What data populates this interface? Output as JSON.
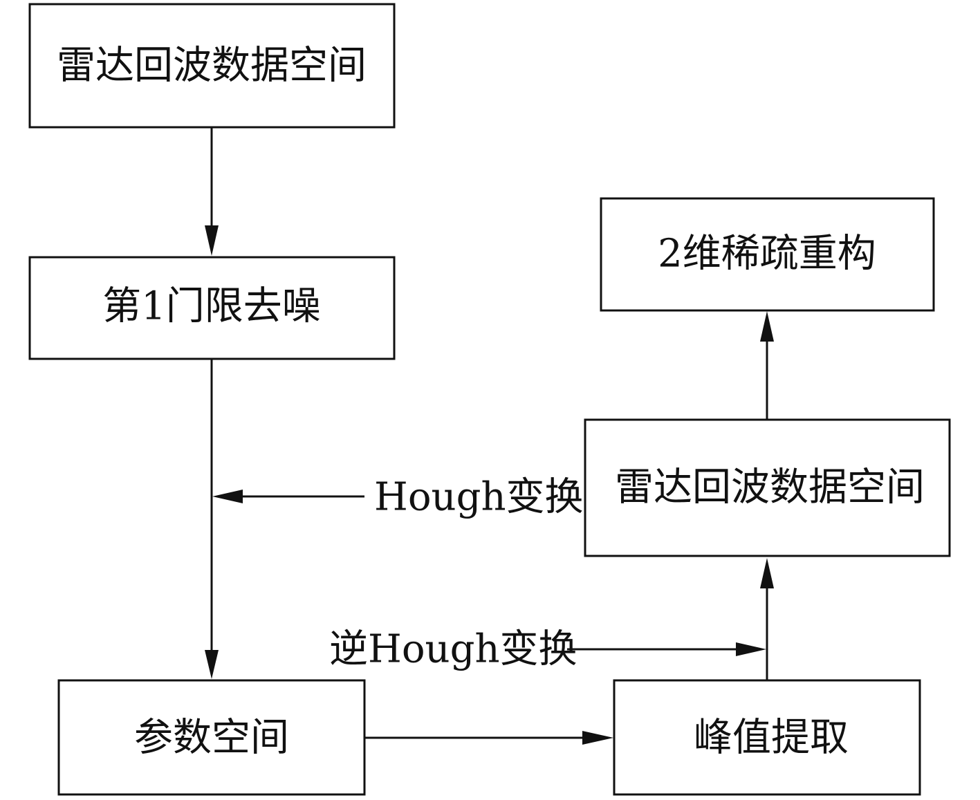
{
  "nodes": {
    "radar_echo_data_space_top": "雷达回波数据空间",
    "first_threshold_denoise": "第1门限去噪",
    "parameter_space": "参数空间",
    "peak_extraction": "峰值提取",
    "radar_echo_data_space_right": "雷达回波数据空间",
    "sparse_reconstruction_2d": "2维稀疏重构"
  },
  "edge_labels": {
    "hough_transform": "Hough变换",
    "inverse_hough_transform": "逆Hough变换"
  }
}
